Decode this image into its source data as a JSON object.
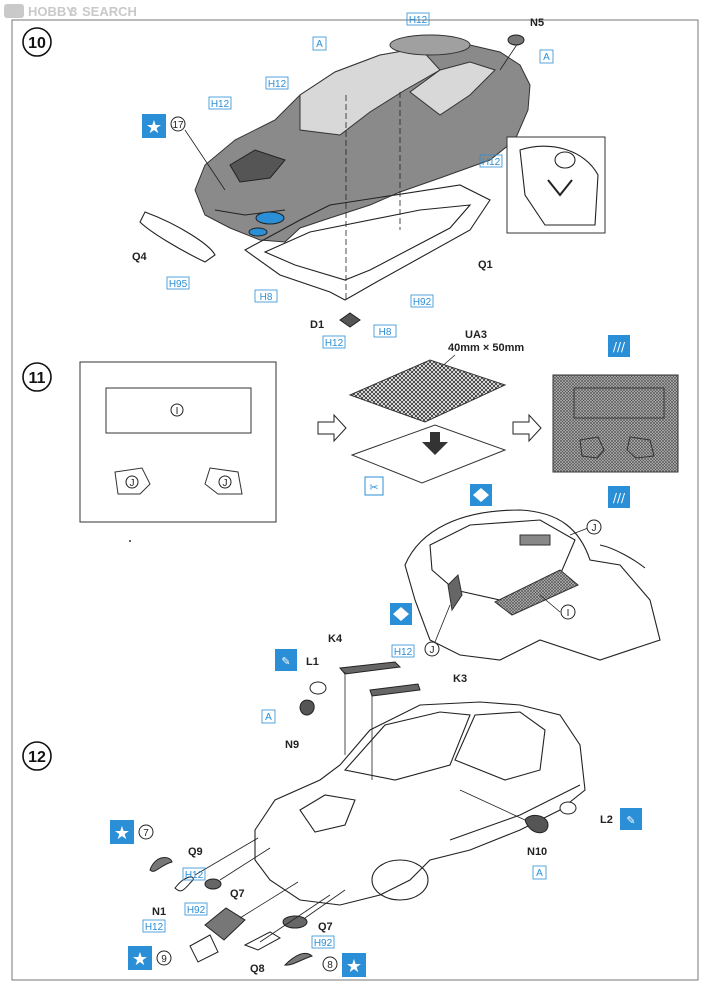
{
  "watermark": {
    "brand": "HOBBY",
    "brand_suffix": "3",
    "site": "SEARCH"
  },
  "step10": {
    "number": "10",
    "codes": [
      "H12",
      "H12",
      "H12",
      "H12",
      "H95",
      "H8",
      "H92",
      "H8",
      "H12"
    ],
    "paint_A": "A",
    "labels": {
      "n5": "N5",
      "q4": "Q4",
      "q1": "Q1",
      "d1": "D1"
    },
    "decal": "17"
  },
  "step11": {
    "number": "11",
    "mesh_name": "UA3",
    "mesh_size": "40mm × 50mm",
    "template_letters": [
      "I",
      "J",
      "J"
    ],
    "callout_letters": [
      "J",
      "I",
      "J"
    ]
  },
  "step12": {
    "number": "12",
    "labels": {
      "k4": "K4",
      "k3": "K3",
      "l1": "L1",
      "n9": "N9",
      "l2": "L2",
      "n10": "N10",
      "q9": "Q9",
      "q7a": "Q7",
      "n1": "N1",
      "q7b": "Q7",
      "q8": "Q8"
    },
    "codes": [
      "H12",
      "H12",
      "H92",
      "H12",
      "H92"
    ],
    "paint_A": "A",
    "decals": [
      "7",
      "9",
      "8"
    ]
  }
}
